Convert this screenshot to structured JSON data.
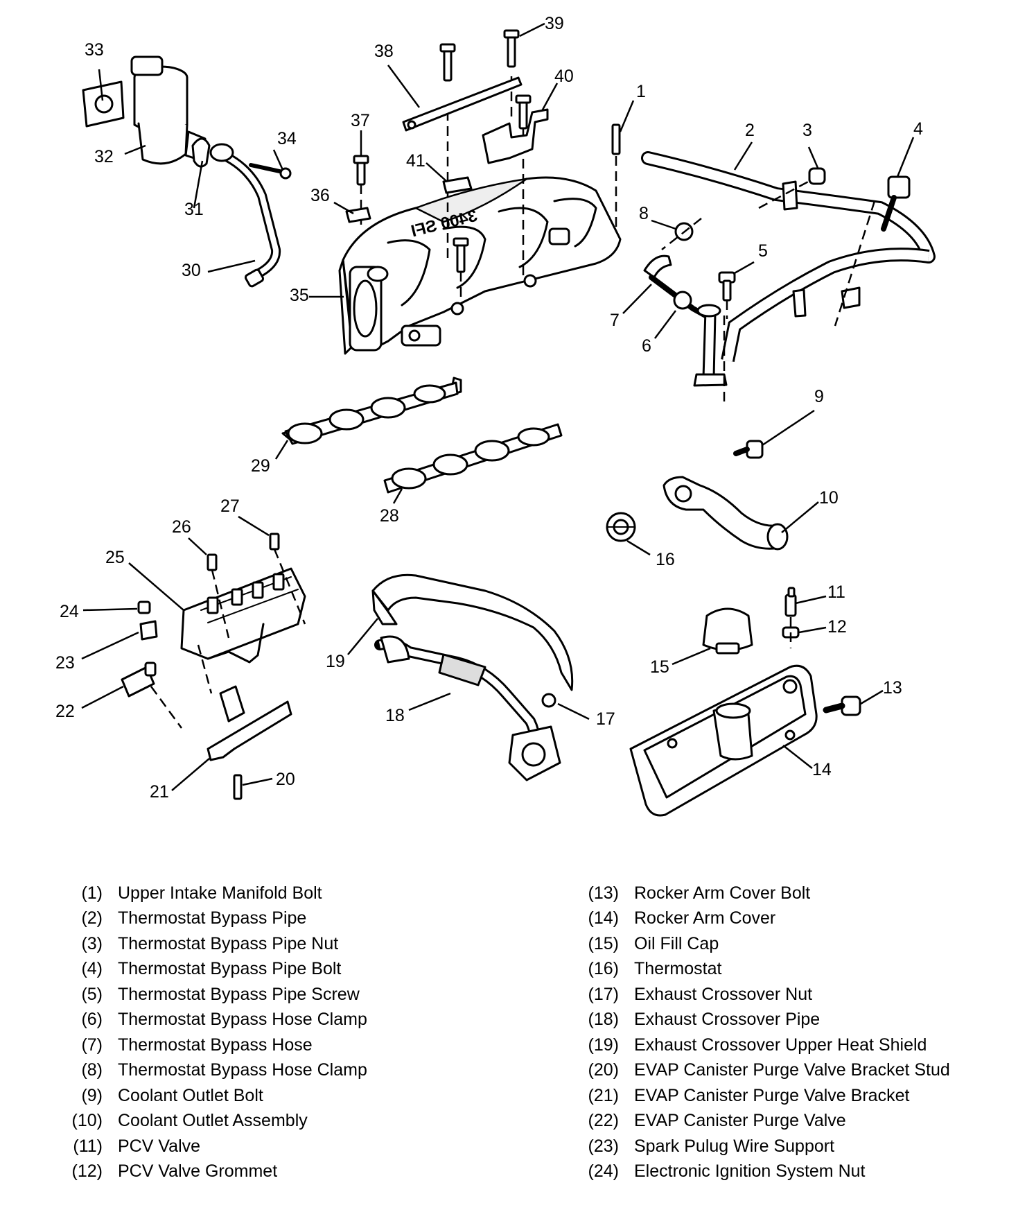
{
  "diagram": {
    "callouts": [
      "1",
      "2",
      "3",
      "4",
      "5",
      "6",
      "7",
      "8",
      "9",
      "10",
      "11",
      "12",
      "13",
      "14",
      "15",
      "16",
      "17",
      "18",
      "19",
      "20",
      "21",
      "22",
      "23",
      "24",
      "25",
      "26",
      "27",
      "28",
      "29",
      "30",
      "31",
      "32",
      "33",
      "34",
      "35",
      "36",
      "37",
      "38",
      "39",
      "40",
      "41"
    ],
    "manifold_marking": "3400 SFI"
  },
  "legend": {
    "left": [
      {
        "num": "(1)",
        "label": "Upper Intake Manifold Bolt"
      },
      {
        "num": "(2)",
        "label": "Thermostat Bypass Pipe"
      },
      {
        "num": "(3)",
        "label": "Thermostat Bypass Pipe Nut"
      },
      {
        "num": "(4)",
        "label": "Thermostat Bypass Pipe Bolt"
      },
      {
        "num": "(5)",
        "label": "Thermostat Bypass Pipe Screw"
      },
      {
        "num": "(6)",
        "label": "Thermostat Bypass Hose Clamp"
      },
      {
        "num": "(7)",
        "label": "Thermostat Bypass Hose"
      },
      {
        "num": "(8)",
        "label": "Thermostat Bypass Hose Clamp"
      },
      {
        "num": "(9)",
        "label": "Coolant Outlet Bolt"
      },
      {
        "num": "(10)",
        "label": "Coolant Outlet Assembly"
      },
      {
        "num": "(11)",
        "label": "PCV Valve"
      },
      {
        "num": "(12)",
        "label": "PCV Valve Grommet"
      }
    ],
    "right": [
      {
        "num": "(13)",
        "label": "Rocker Arm Cover Bolt"
      },
      {
        "num": "(14)",
        "label": "Rocker Arm Cover"
      },
      {
        "num": "(15)",
        "label": "Oil Fill Cap"
      },
      {
        "num": "(16)",
        "label": "Thermostat"
      },
      {
        "num": "(17)",
        "label": "Exhaust Crossover Nut"
      },
      {
        "num": "(18)",
        "label": "Exhaust Crossover Pipe"
      },
      {
        "num": "(19)",
        "label": "Exhaust Crossover Upper Heat Shield"
      },
      {
        "num": "(20)",
        "label": "EVAP Canister Purge Valve Bracket Stud"
      },
      {
        "num": "(21)",
        "label": "EVAP Canister Purge Valve Bracket"
      },
      {
        "num": "(22)",
        "label": "EVAP Canister Purge Valve"
      },
      {
        "num": "(23)",
        "label": "Spark Pulug Wire Support"
      },
      {
        "num": "(24)",
        "label": "Electronic Ignition System Nut"
      }
    ]
  }
}
